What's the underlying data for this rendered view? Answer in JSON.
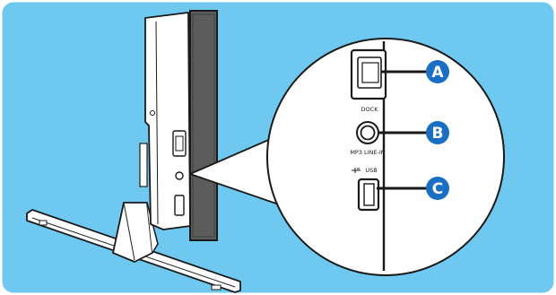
{
  "colors": {
    "panel_bg": "#6ec8ef",
    "panel_border": "#ffffff",
    "callout_fill": "#ffffff",
    "badge_fill": "#1a6fc4",
    "device_outline": "#1a1a1a",
    "screen_bezel": "#5c5c5c"
  },
  "ports": [
    {
      "id": "dock",
      "label": "DOCK",
      "badge": "A"
    },
    {
      "id": "audio",
      "label": "MP3 LINE-IN",
      "badge": "B"
    },
    {
      "id": "usb",
      "label": "USB",
      "badge": "C"
    }
  ],
  "icons": [
    "usb-icon",
    "dock-port-icon",
    "audio-jack-icon",
    "usb-port-icon"
  ]
}
